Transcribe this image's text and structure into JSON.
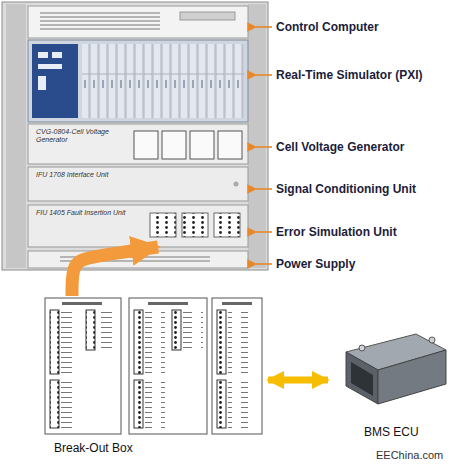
{
  "diagram": {
    "nodes": [
      {
        "text": [
          "CVG-0804-Cell Voltage Generator"
        ]
      },
      {
        "text": [
          "IFU 1708 Interface Unit"
        ]
      },
      {
        "text": [
          "FIU 1405 Fault Insertion Unit"
        ]
      },
      {
        "text": [
          "Break-Out Box"
        ]
      },
      {
        "text": [
          "BMS ECU"
        ]
      }
    ],
    "edges": [
      {
        "from": 3,
        "to": 2,
        "arrow": "to"
      },
      {
        "from": 3,
        "to": 4,
        "arrow": "both"
      }
    ],
    "labels": [
      "Control Computer",
      "Real-Time Simulator (PXI)",
      "Cell Voltage Generator",
      "Signal Conditioning Unit",
      "Error Simulation Unit",
      "Power Supply",
      "EEChina.com"
    ]
  }
}
